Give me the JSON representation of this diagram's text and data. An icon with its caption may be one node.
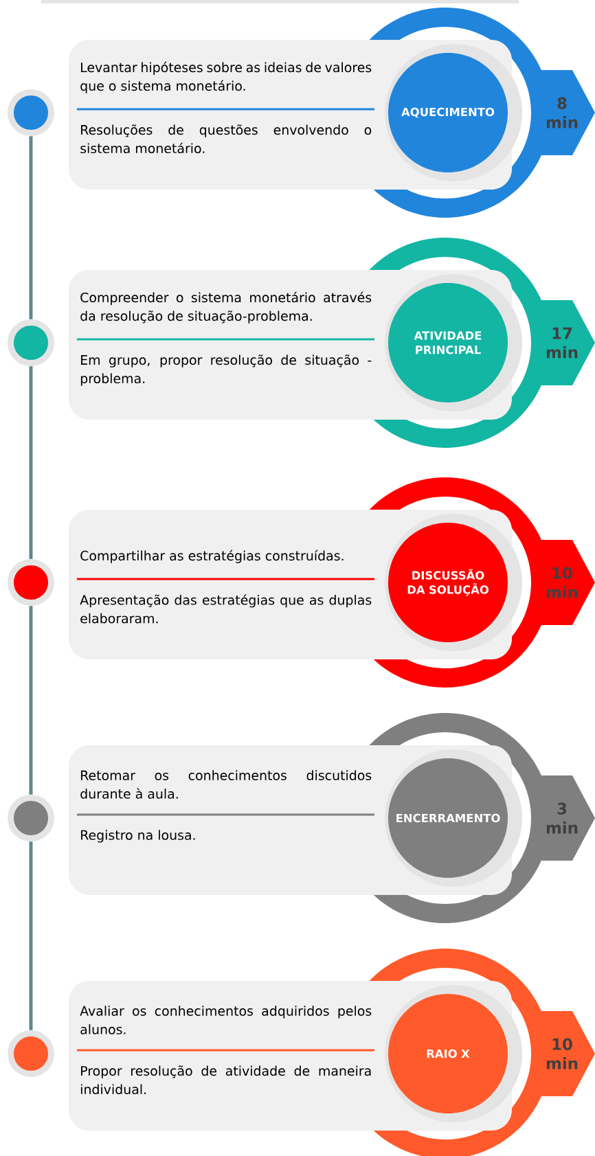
{
  "diagram": {
    "nodes": [
      {
        "text": [],
        "shape": "circle"
      },
      {
        "text": [
          "Levantar hipóteses sobre as ideias de valores que o sistema monetário.",
          "Resoluções de questões envolvendo o sistema monetário."
        ]
      },
      {
        "text": [
          "AQUECIMENTO"
        ]
      },
      {
        "text": [
          "8 min"
        ]
      },
      {
        "text": [],
        "shape": "circle"
      },
      {
        "text": [
          "Compreender o sistema monetário através da resolução de situação-problema.",
          "Em grupo, propor resolução de situação - problema."
        ]
      },
      {
        "text": [
          "ATIVIDADE PRINCIPAL"
        ]
      },
      {
        "text": [
          "17 min"
        ]
      },
      {
        "text": [],
        "shape": "circle"
      },
      {
        "text": [
          "Compartilhar as estratégias construídas.",
          "Apresentação das estratégias que as duplas elaboraram."
        ]
      },
      {
        "text": [
          "DISCUSSÃO DA SOLUÇÃO"
        ]
      },
      {
        "text": [
          "10 min"
        ]
      },
      {
        "text": [],
        "shape": "circle"
      },
      {
        "text": [
          "Retomar os conhecimentos discutidos durante à aula.",
          "Registro na lousa."
        ]
      },
      {
        "text": [
          "ENCERRAMENTO"
        ]
      },
      {
        "text": [
          "3 min"
        ]
      },
      {
        "text": [],
        "shape": "circle"
      },
      {
        "text": [
          "Avaliar os conhecimentos adquiridos pelos alunos.",
          "Propor resolução de atividade de maneira individual."
        ]
      },
      {
        "text": [
          "RAIO X"
        ]
      },
      {
        "text": [
          "10 min"
        ]
      }
    ],
    "edges": [
      {
        "from": 0,
        "to": 4,
        "arrow": "none"
      },
      {
        "from": 4,
        "to": 8,
        "arrow": "none"
      },
      {
        "from": 8,
        "to": 12,
        "arrow": "none"
      },
      {
        "from": 12,
        "to": 16,
        "arrow": "none"
      }
    ]
  }
}
